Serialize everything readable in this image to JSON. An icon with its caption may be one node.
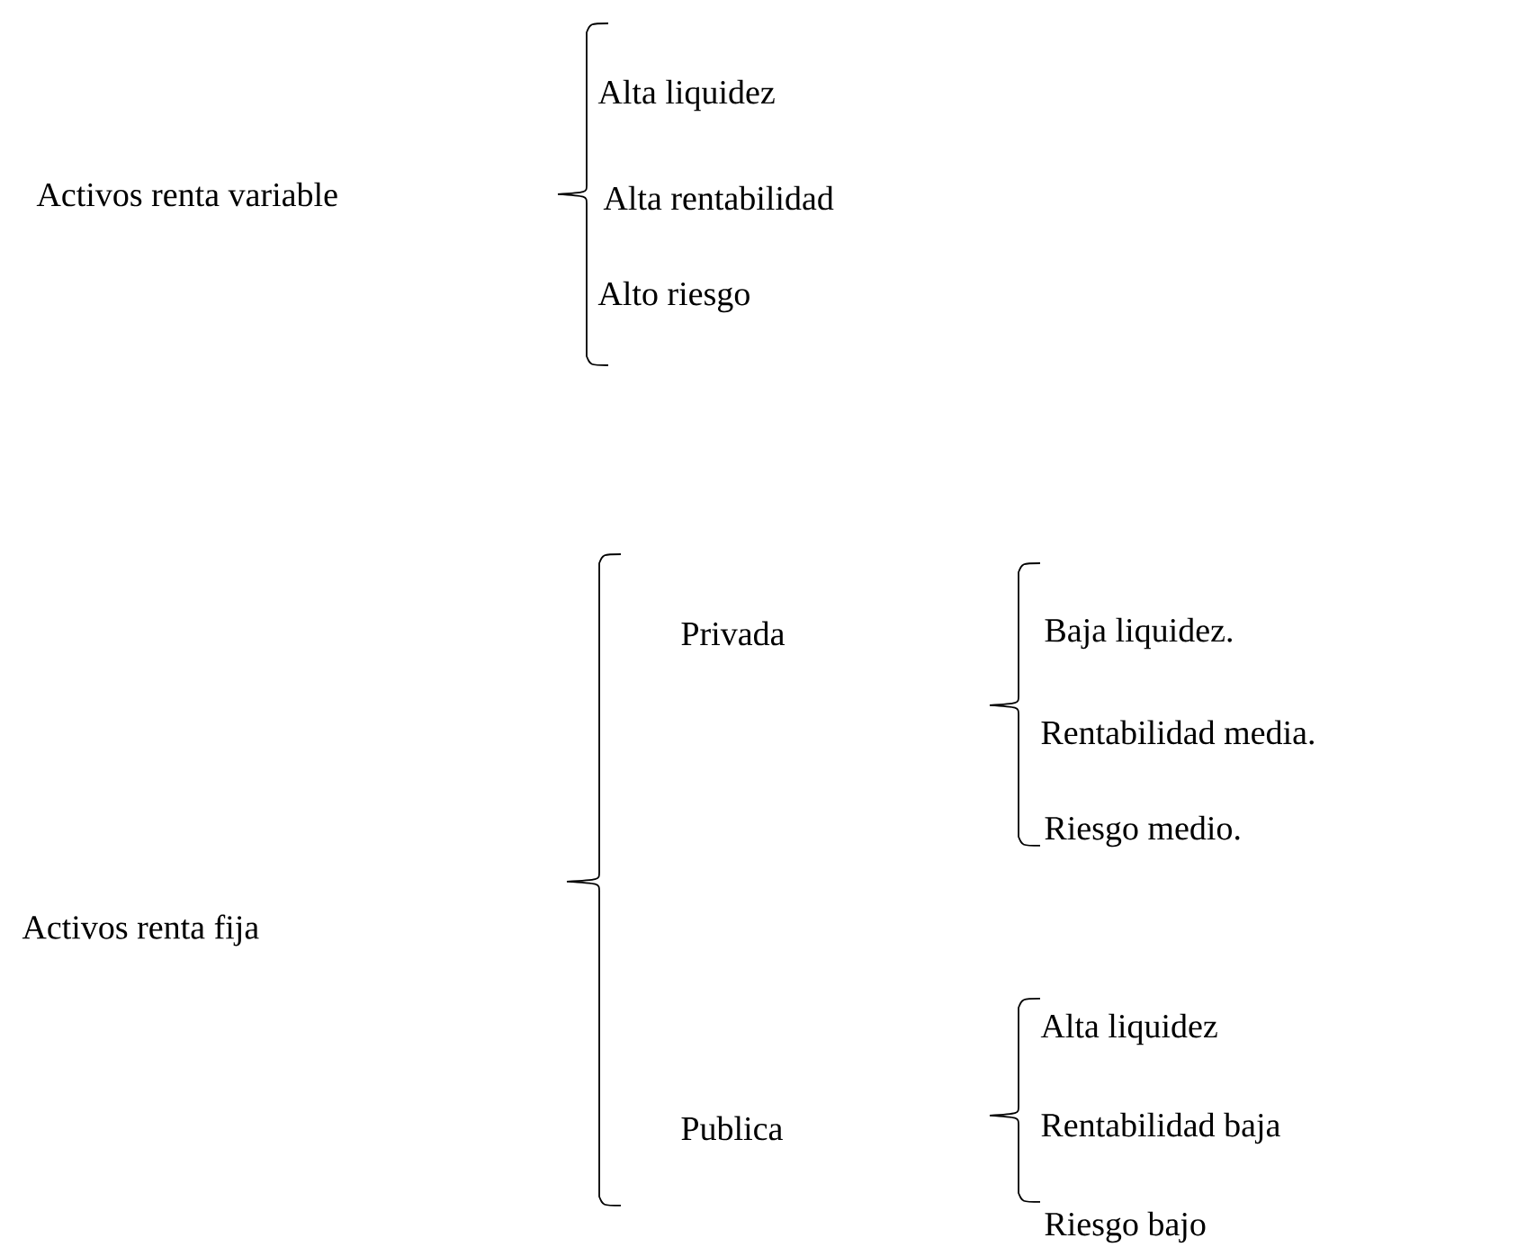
{
  "diagram": {
    "labels": [
      "Activos renta variable",
      "Alta liquidez",
      "Alta rentabilidad",
      "Alto riesgo",
      "Activos renta fija",
      "Privada",
      "Baja liquidez.",
      "Rentabilidad media.",
      "Riesgo medio.",
      "Alta liquidez",
      "Publica",
      "Rentabilidad baja",
      "Riesgo bajo"
    ]
  }
}
